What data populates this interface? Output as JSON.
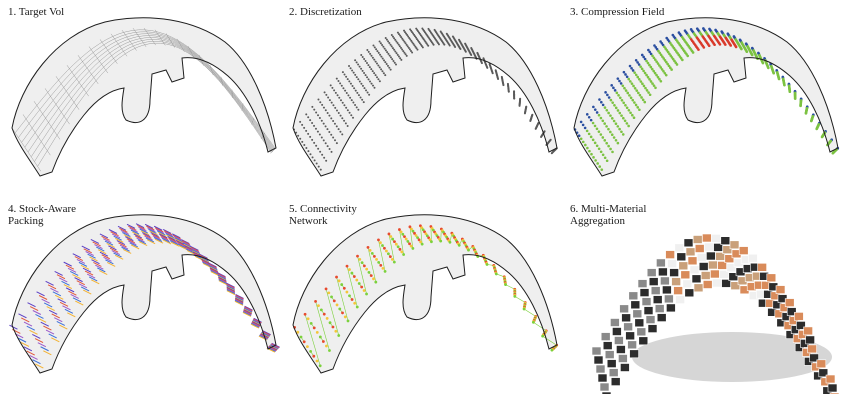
{
  "figure": {
    "panels": [
      {
        "title": "1. Target Vol"
      },
      {
        "title": "2. Discretization"
      },
      {
        "title": "3. Compression Field"
      },
      {
        "title": "4. Stock-Aware\nPacking"
      },
      {
        "title": "5. Connectivity\nNetwork"
      },
      {
        "title": "6. Multi-Material\nAggregation"
      }
    ],
    "colors": {
      "shell_fill": "#efefef",
      "outline": "#1e1e1e",
      "wire": "#9a9a9a",
      "grid_point": "#5a5a5a",
      "compression_high": "#d93a2b",
      "compression_mid": "#7cc242",
      "compression_low": "#2b4fa0",
      "packing_colors": [
        "#5b3fc4",
        "#3c6fd8",
        "#e0553a",
        "#f2b233",
        "#9a58c9"
      ],
      "network_colors": [
        "#e84a2e",
        "#f4c63a",
        "#7cd13c"
      ],
      "aggregation_colors": [
        "#d98b5a",
        "#f0f0f0",
        "#2c2c2c",
        "#c9a07a",
        "#8a8a8a"
      ]
    }
  }
}
